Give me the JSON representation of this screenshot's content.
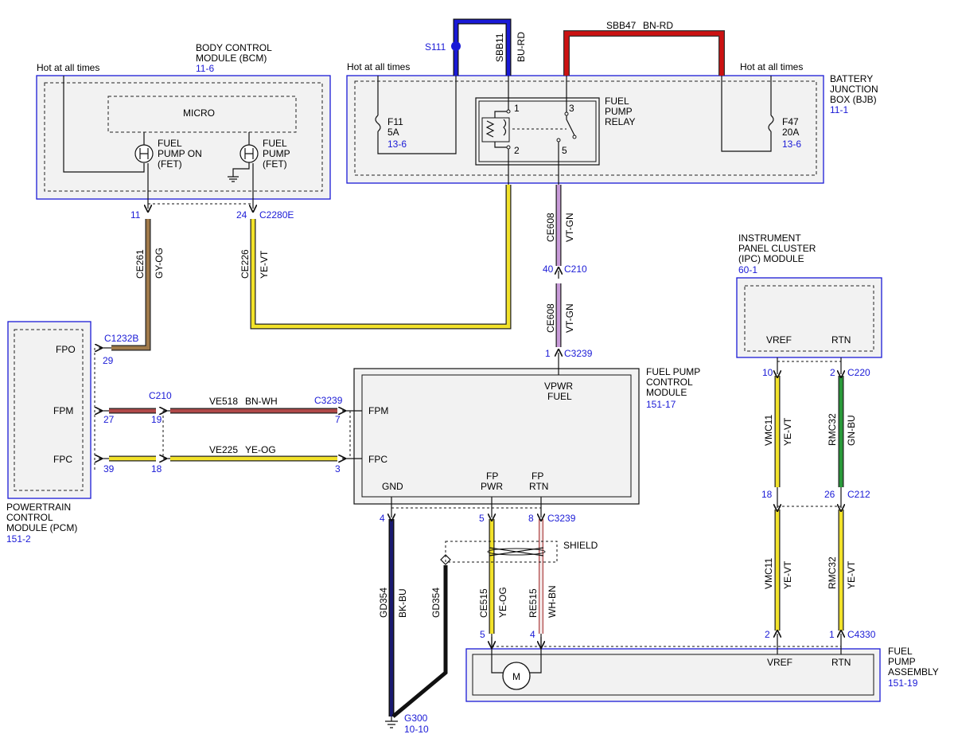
{
  "modules": {
    "bcm": {
      "name1": "BODY CONTROL",
      "name2": "MODULE (BCM)",
      "ref": "11-6",
      "hot": "Hot at all times",
      "micro": "MICRO",
      "fet1": [
        "FUEL",
        "PUMP ON",
        "(FET)"
      ],
      "fet2": [
        "FUEL",
        "PUMP",
        "(FET)"
      ]
    },
    "bjb": {
      "name1": "BATTERY",
      "name2": "JUNCTION",
      "name3": "BOX (BJB)",
      "ref": "11-1",
      "hot_left": "Hot at all times",
      "hot_right": "Hot at all times",
      "relay": [
        "FUEL",
        "PUMP",
        "RELAY"
      ],
      "relay_pins": [
        "1",
        "2",
        "3",
        "5"
      ],
      "f11": {
        "id": "F11",
        "rating": "5A",
        "ref": "13-6"
      },
      "f47": {
        "id": "F47",
        "rating": "20A",
        "ref": "13-6"
      }
    },
    "pcm": {
      "name1": "POWERTRAIN",
      "name2": "CONTROL",
      "name3": "MODULE (PCM)",
      "ref": "151-2",
      "pins": [
        "FPO",
        "FPM",
        "FPC"
      ]
    },
    "fpcm": {
      "name1": "FUEL PUMP",
      "name2": "CONTROL",
      "name3": "MODULE",
      "ref": "151-17",
      "vpwr": "VPWR",
      "fuel": "FUEL",
      "fpm": "FPM",
      "fpc": "FPC",
      "gnd": "GND",
      "fppwr": [
        "FP",
        "PWR"
      ],
      "fprtn": [
        "FP",
        "RTN"
      ]
    },
    "ipc": {
      "name1": "INSTRUMENT",
      "name2": "PANEL CLUSTER",
      "name3": "(IPC) MODULE",
      "ref": "60-1",
      "vref": "VREF",
      "rtn": "RTN"
    },
    "fpa": {
      "name1": "FUEL",
      "name2": "PUMP",
      "name3": "ASSEMBLY",
      "ref": "151-19",
      "vref": "VREF",
      "rtn": "RTN",
      "motor": "M"
    }
  },
  "splice": {
    "id": "S111"
  },
  "ground": {
    "id": "G300",
    "ref": "10-10"
  },
  "shield_label": "SHIELD",
  "connectors": {
    "c2280e": "C2280E",
    "c210_top": "C210",
    "c3239_top": "C3239",
    "c1232b": "C1232B",
    "c210_left": "C210",
    "c3239_mid": "C3239",
    "c3239_bot": "C3239",
    "c220": "C220",
    "c212": "C212",
    "c4330": "C4330"
  },
  "pins": {
    "bcm_11": "11",
    "bcm_24": "24",
    "c210_40": "40",
    "c3239_1": "1",
    "pcm_29": "29",
    "pcm_27": "27",
    "pcm_39": "39",
    "c210_19": "19",
    "c210_18": "18",
    "fpcm_7": "7",
    "fpcm_3": "3",
    "fpcm_4": "4",
    "fpcm_5": "5",
    "fpcm_8": "8",
    "ipc_10": "10",
    "ipc_2": "2",
    "ipc_18": "18",
    "ipc_26": "26",
    "fpa_5": "5",
    "fpa_4": "4",
    "fpa_2": "2",
    "fpa_1": "1"
  },
  "wires": {
    "sbb11": {
      "circuit": "SBB11",
      "color": "BU-RD"
    },
    "sbb47": {
      "circuit": "SBB47",
      "color": "BN-RD"
    },
    "ce261": {
      "circuit": "CE261",
      "color": "GY-OG"
    },
    "ce226": {
      "circuit": "CE226",
      "color": "YE-VT"
    },
    "ce608a": {
      "circuit": "CE608",
      "color": "VT-GN"
    },
    "ce608b": {
      "circuit": "CE608",
      "color": "VT-GN"
    },
    "ve518": {
      "circuit": "VE518",
      "color": "BN-WH"
    },
    "ve225": {
      "circuit": "VE225",
      "color": "YE-OG"
    },
    "gd354a": {
      "circuit": "GD354",
      "color": "BK-BU"
    },
    "gd354b": {
      "circuit": "GD354",
      "color": ""
    },
    "ce515": {
      "circuit": "CE515",
      "color": "YE-OG"
    },
    "re515": {
      "circuit": "RE515",
      "color": "WH-BN"
    },
    "vmc11a": {
      "circuit": "VMC11",
      "color": "YE-VT"
    },
    "vmc11b": {
      "circuit": "VMC11",
      "color": "YE-VT"
    },
    "rmc32a": {
      "circuit": "RMC32",
      "color": "GN-BU"
    },
    "rmc32b": {
      "circuit": "RMC32",
      "color": "YE-VT"
    }
  },
  "colors": {
    "box_border": "#1a1ad6",
    "box_fill": "#f2f2f2",
    "blue": "#1a1ad6",
    "red": "#cc1111",
    "yellow": "#f2e22a",
    "brown": "#a07a4a",
    "violet": "#c89ad8",
    "green": "#2a9a3a",
    "navy": "#1a1a70",
    "wh_bn": "#e8c8c8"
  }
}
